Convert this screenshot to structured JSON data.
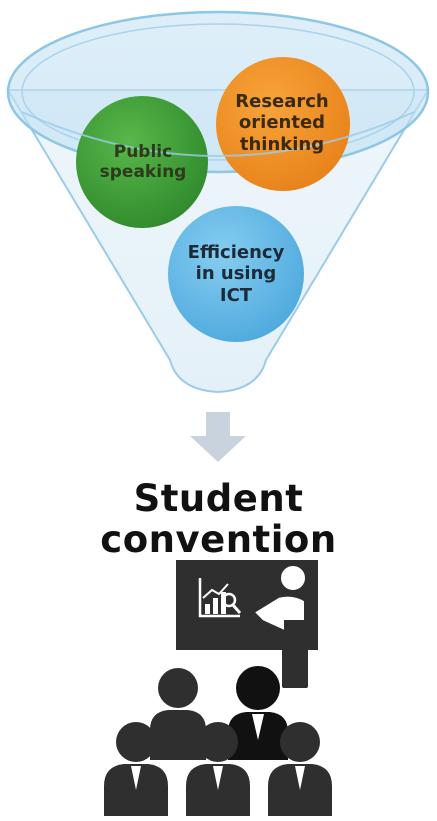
{
  "funnel": {
    "items": [
      {
        "label": "Public\nspeaking",
        "color": "#3c9a3a"
      },
      {
        "label": "Research\noriented\nthinking",
        "color": "#f0921e"
      },
      {
        "label": "Efficiency\nin using\nICT",
        "color": "#5cb5e6"
      }
    ]
  },
  "outcome": {
    "title": "Student\nconvention"
  },
  "colors": {
    "funnel_fill": "#d7eaf5",
    "funnel_stroke": "#8ec6e6",
    "arrow": "#c8d3dd",
    "icon": "#2f2f2f",
    "icon_dark": "#111111",
    "board": "#333333"
  },
  "icons": [
    "funnel-icon",
    "down-arrow-icon",
    "presenter-icon",
    "audience-icon",
    "chart-icon"
  ]
}
